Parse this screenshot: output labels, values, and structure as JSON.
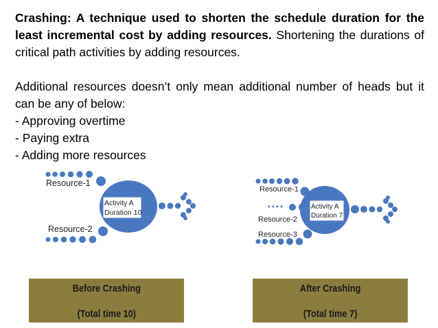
{
  "paragraph1": {
    "bold": "Crashing: A technique used to shorten the schedule duration for the least incremental cost by adding resources.",
    "normal": " Shortening the durations of critical path activities by adding resources."
  },
  "paragraph2": {
    "intro": "Additional resources doesn’t only mean additional number of heads but it can be any of below:",
    "bullets": [
      "- Approving overtime",
      "- Paying extra",
      "- Adding more resources"
    ]
  },
  "before": {
    "resource1": "Resource-1",
    "resource2": "Resource-2",
    "activity": "Activity A",
    "duration": "Duration 10",
    "caption_top": "Before Crashing",
    "caption_bottom": "(Total time 10)"
  },
  "after": {
    "resource1": "Resource-1",
    "resource2": "Resource-2",
    "resource3": "Resource-3",
    "activity": "Activity A",
    "duration": "Duration 7",
    "caption_top": "After Crashing",
    "caption_bottom": "(Total time 7)"
  },
  "colors": {
    "node_blue": "#4a78c0",
    "caption_bg": "#8b7d3e"
  }
}
